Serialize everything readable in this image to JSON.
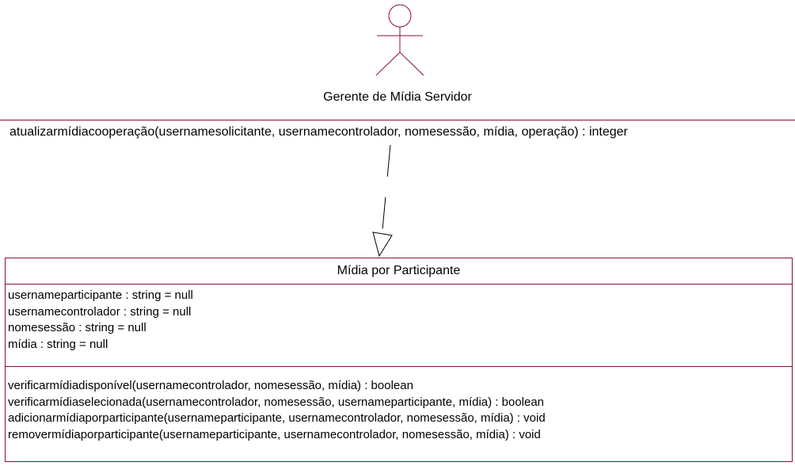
{
  "actor": {
    "name": "Gerente de Mídia Servidor"
  },
  "interface": {
    "operation": "atualizarmídiacooperação(usernamesolicitante, usernamecontrolador, nomesessão, mídia, operação) : integer"
  },
  "class": {
    "name": "Mídia por Participante",
    "attributes": [
      "usernameparticipante : string = null",
      "usernamecontrolador : string = null",
      "nomesessão : string = null",
      "mídia : string = null"
    ],
    "operations": [
      "verificarmídiadisponível(usernamecontrolador, nomesessão, mídia) : boolean",
      "verificarmídiaselecionada(usernamecontrolador, nomesessão, usernameparticipante, mídia) : boolean",
      "adicionarmídiaporparticipante(usernameparticipante, usernamecontrolador, nomesessão, mídia) : void",
      "removermídiaporparticipante(usernameparticipante, usernamecontrolador, nomesessão, mídia) : void"
    ]
  },
  "colors": {
    "line": "#8b0e3a"
  }
}
